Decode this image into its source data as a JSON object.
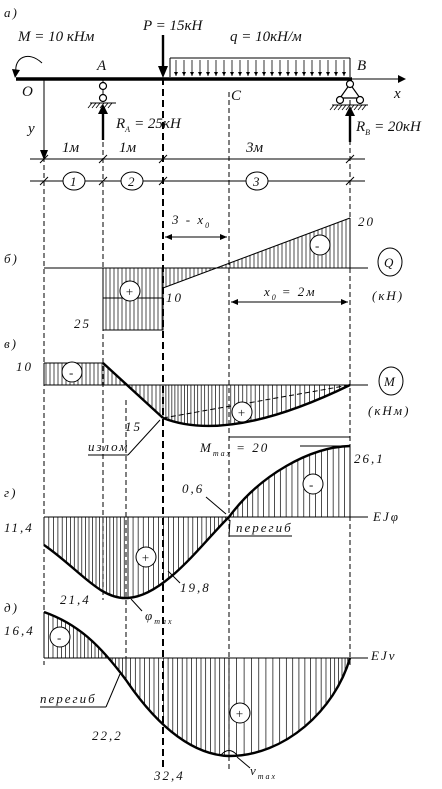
{
  "labels": {
    "part_a": "а)",
    "part_b": "б)",
    "part_v": "в)",
    "part_g": "г)",
    "part_d": "д)",
    "moment_load": "M = 10 кНм",
    "force_load": "P = 15кН",
    "dist_load": "q = 10кН/м",
    "point_o": "O",
    "point_a": "A",
    "point_c": "C",
    "point_b": "B",
    "axis_x": "x",
    "axis_y": "y",
    "reaction_a": "R",
    "reaction_a_sub": "A",
    "reaction_a_val": "= 25кН",
    "reaction_b": "R",
    "reaction_b_sub": "B",
    "reaction_b_val": "= 20кН",
    "dim_1": "1м",
    "dim_2": "1м",
    "dim_3": "3м",
    "section_1": "1",
    "section_2": "2",
    "section_3": "3",
    "q_three_minus": "3 - x",
    "q_x0": "x",
    "q_x0_sub": "0",
    "q_x0_val": "= 2м",
    "q_20": "20",
    "q_10": "10",
    "q_25": "25",
    "q_label": "Q",
    "q_unit": "(кН)",
    "m_10": "10",
    "m_15": "15",
    "m_max": "M",
    "m_max_sub": "max",
    "m_max_val": "= 20",
    "m_label": "M",
    "m_unit": "(кНм)",
    "kink": "излом",
    "phi_06": "0,6",
    "phi_261": "26,1",
    "phi_114": "11,4",
    "phi_214": "21,4",
    "phi_198": "19,8",
    "phi_max": "φ",
    "phi_max_sub": "max",
    "phi_label": "EJφ",
    "inflect_1": "перегиб",
    "v_164": "16,4",
    "v_222": "22,2",
    "v_324": "32,4",
    "v_max": "v",
    "v_max_sub": "max",
    "v_label": "EJv",
    "inflect_2": "перегиб",
    "plus": "+",
    "minus": "-"
  }
}
